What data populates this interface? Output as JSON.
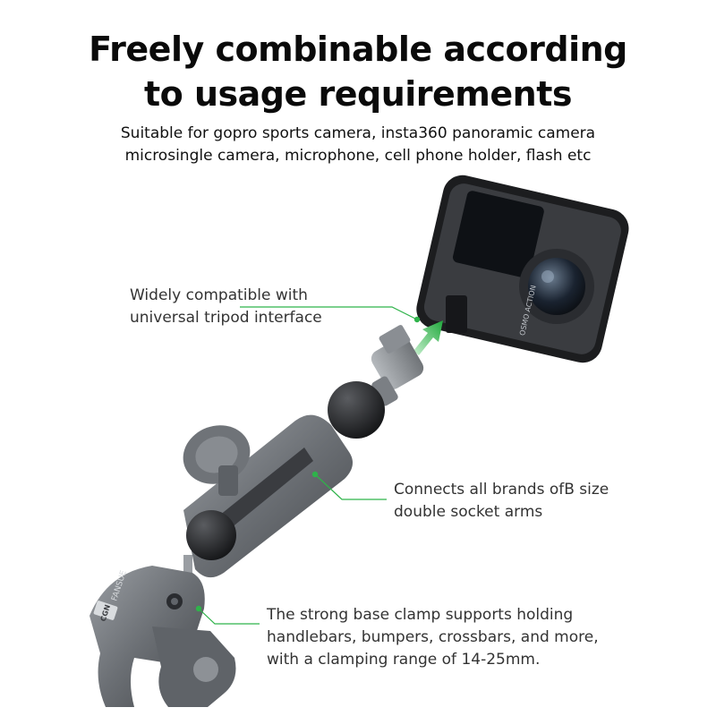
{
  "heading": {
    "line1": "Freely combinable according",
    "line2": "to usage requirements"
  },
  "subheading": {
    "line1": "Suitable for gopro sports camera, insta360 panoramic camera",
    "line2": "microsingle camera, microphone, cell phone holder, flash etc"
  },
  "callouts": {
    "tripod": {
      "line1": "Widely compatible with",
      "line2": "universal tripod interface"
    },
    "arms": {
      "line1": "Connects all brands ofB size",
      "line2": "double socket arms"
    },
    "clamp": {
      "line1": "The strong base clamp supports holding",
      "line2": "handlebars, bumpers, crossbars, and more,",
      "line3": "with a clamping range of 14-25mm."
    }
  },
  "product_marks": {
    "camera_brand": "OSMO ACTION",
    "clamp_brand": "FANSUE",
    "clamp_badge": "CGN"
  },
  "colors": {
    "accent_green": "#2fb34a",
    "metal_gray": "#6b6f74",
    "dark_gray": "#2d2f33",
    "camera_black": "#1c1d1f"
  },
  "icons": [
    "arrow-up-right-icon",
    "arrow-up-right-icon"
  ]
}
